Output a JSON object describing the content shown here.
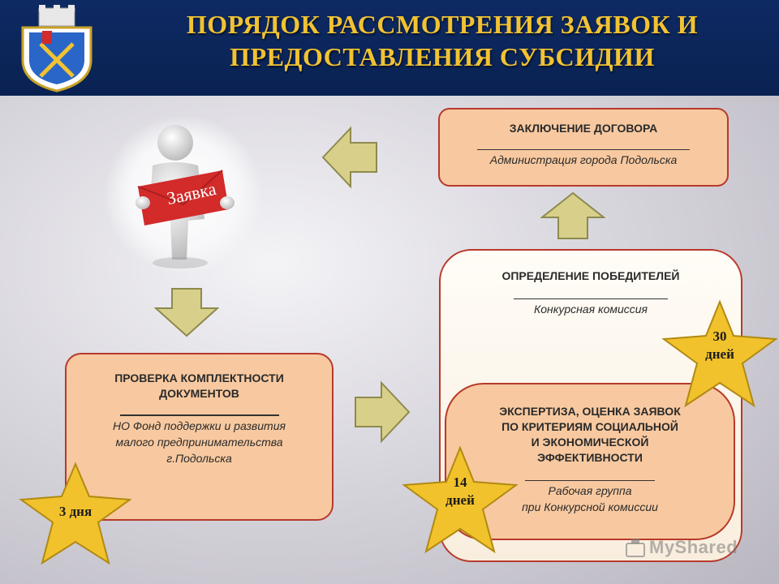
{
  "header": {
    "title_line1": "ПОРЯДОК РАССМОТРЕНИЯ ЗАЯВОК И",
    "title_line2": "ПРЕДОСТАВЛЕНИЯ СУБСИДИИ"
  },
  "application_badge": "Заявка",
  "step_check": {
    "title_line1": "ПРОВЕРКА КОМПЛЕКТНОСТИ",
    "title_line2": "ДОКУМЕНТОВ",
    "org_line1": "НО  Фонд поддержки и развития",
    "org_line2": "малого предпринимательства",
    "org_line3": "г.Подольска",
    "duration": "3 дня"
  },
  "step_expertise": {
    "title_line1": "ЭКСПЕРТИЗА, ОЦЕНКА ЗАЯВОК",
    "title_line2": "ПО КРИТЕРИЯМ СОЦИАЛЬНОЙ",
    "title_line3": "И ЭКОНОМИЧЕСКОЙ",
    "title_line4": "ЭФФЕКТИВНОСТИ",
    "org_line1": "Рабочая группа",
    "org_line2": "при Конкурсной комиссии",
    "duration_line1": "14",
    "duration_line2": "дней"
  },
  "step_winners": {
    "title": "ОПРЕДЕЛЕНИЕ ПОБЕДИТЕЛЕЙ",
    "org": "Конкурсная комиссия",
    "duration_line1": "30",
    "duration_line2": "дней"
  },
  "step_contract": {
    "title": "ЗАКЛЮЧЕНИЕ ДОГОВОРА",
    "org": "Администрация города Подольска"
  },
  "watermark": "MyShared",
  "colors": {
    "header_bg": "#0e2a63",
    "title": "#f1c232",
    "box_fill": "#f8c9a0",
    "box_border": "#b8392b",
    "arrow_fill": "#d8d08a",
    "star_fill": "#f2c22c",
    "badge_red": "#d32a2a"
  }
}
